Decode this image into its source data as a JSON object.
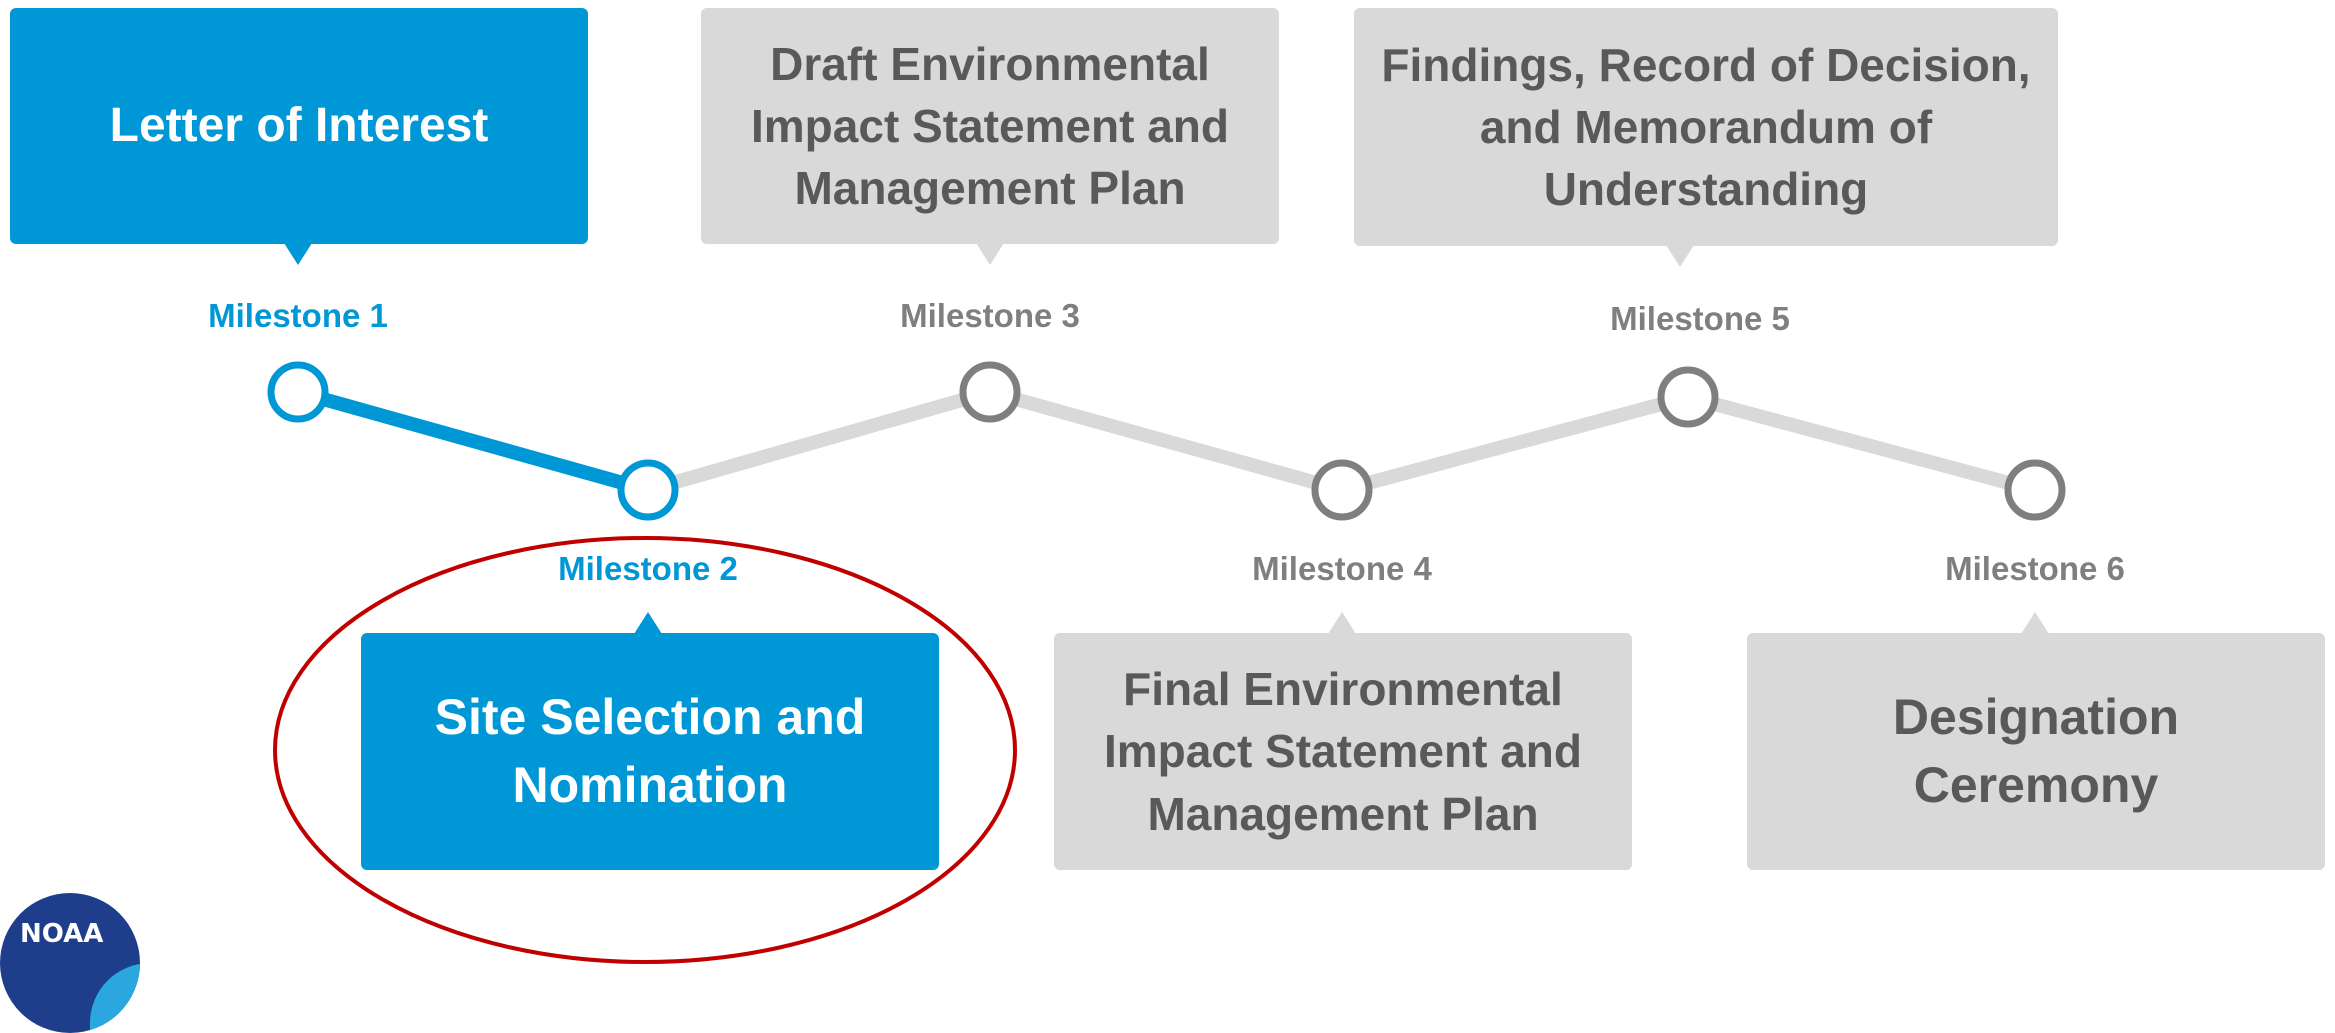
{
  "colors": {
    "active": "#0097d6",
    "inactive_box": "#d9d9d9",
    "inactive_text": "#595959",
    "inactive_line": "#d9d9d9",
    "inactive_node": "#7f7f7f",
    "highlight": "#c00000"
  },
  "milestones": [
    {
      "label": "Milestone 1",
      "title": "Letter of Interest",
      "status": "active"
    },
    {
      "label": "Milestone 2",
      "title": "Site Selection and\nNomination",
      "status": "active"
    },
    {
      "label": "Milestone 3",
      "title": "Draft Environmental\nImpact Statement and\nManagement Plan",
      "status": "inactive"
    },
    {
      "label": "Milestone 4",
      "title": "Final Environmental\nImpact Statement and\nManagement Plan",
      "status": "inactive"
    },
    {
      "label": "Milestone 5",
      "title": "Findings, Record of Decision,\nand Memorandum of\nUnderstanding",
      "status": "inactive"
    },
    {
      "label": "Milestone 6",
      "title": "Designation\nCeremony",
      "status": "inactive"
    }
  ],
  "highlighted_milestone": "Milestone 2",
  "logo": {
    "text": "NOAA"
  }
}
